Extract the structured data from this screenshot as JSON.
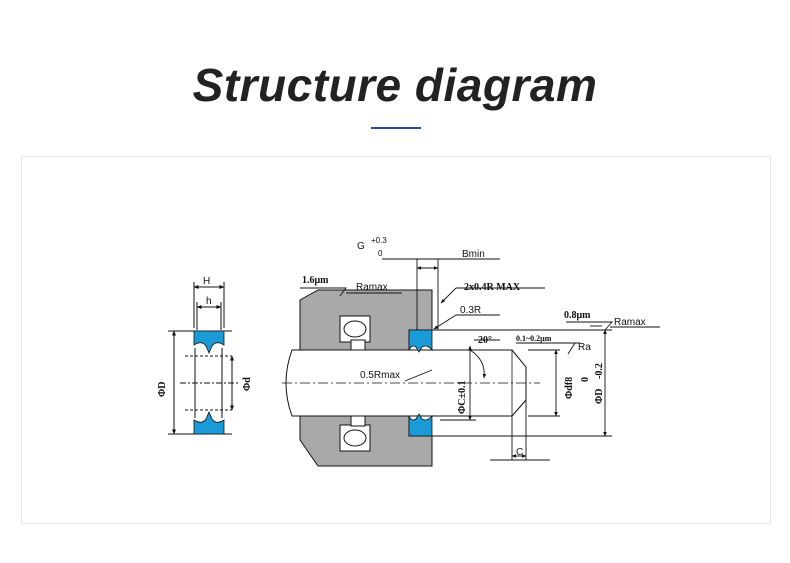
{
  "page": {
    "title": "Structure diagram",
    "accent_color": "#2a4a9c",
    "seal_color": "#1a9ad6",
    "housing_color": "#a9a9a9"
  },
  "diagram": {
    "labels": {
      "H": "H",
      "h": "h",
      "phiD_left": "ΦD",
      "phid_left": "Φd",
      "G": "G",
      "tol_plus": "+0.3",
      "tol_zero": "0",
      "bmin": "Bmin",
      "surf_1_6": "1.6μm",
      "ramax_1": "Ramax",
      "radius_2x": "2x0.4R MAX",
      "r03": "0.3R",
      "surf_0_8": "0.8μm",
      "ramax_2": "Ramax",
      "angle_20": "20°",
      "range_01": "0.1~0.2μm",
      "ra": "Ra",
      "r05max": "0.5Rmax",
      "phiC": "ΦC±0.1",
      "phidf8": "Φdf8",
      "zero_right": "0",
      "phiD_right": "ΦD",
      "minus02": "-0.2",
      "C": "C"
    }
  }
}
